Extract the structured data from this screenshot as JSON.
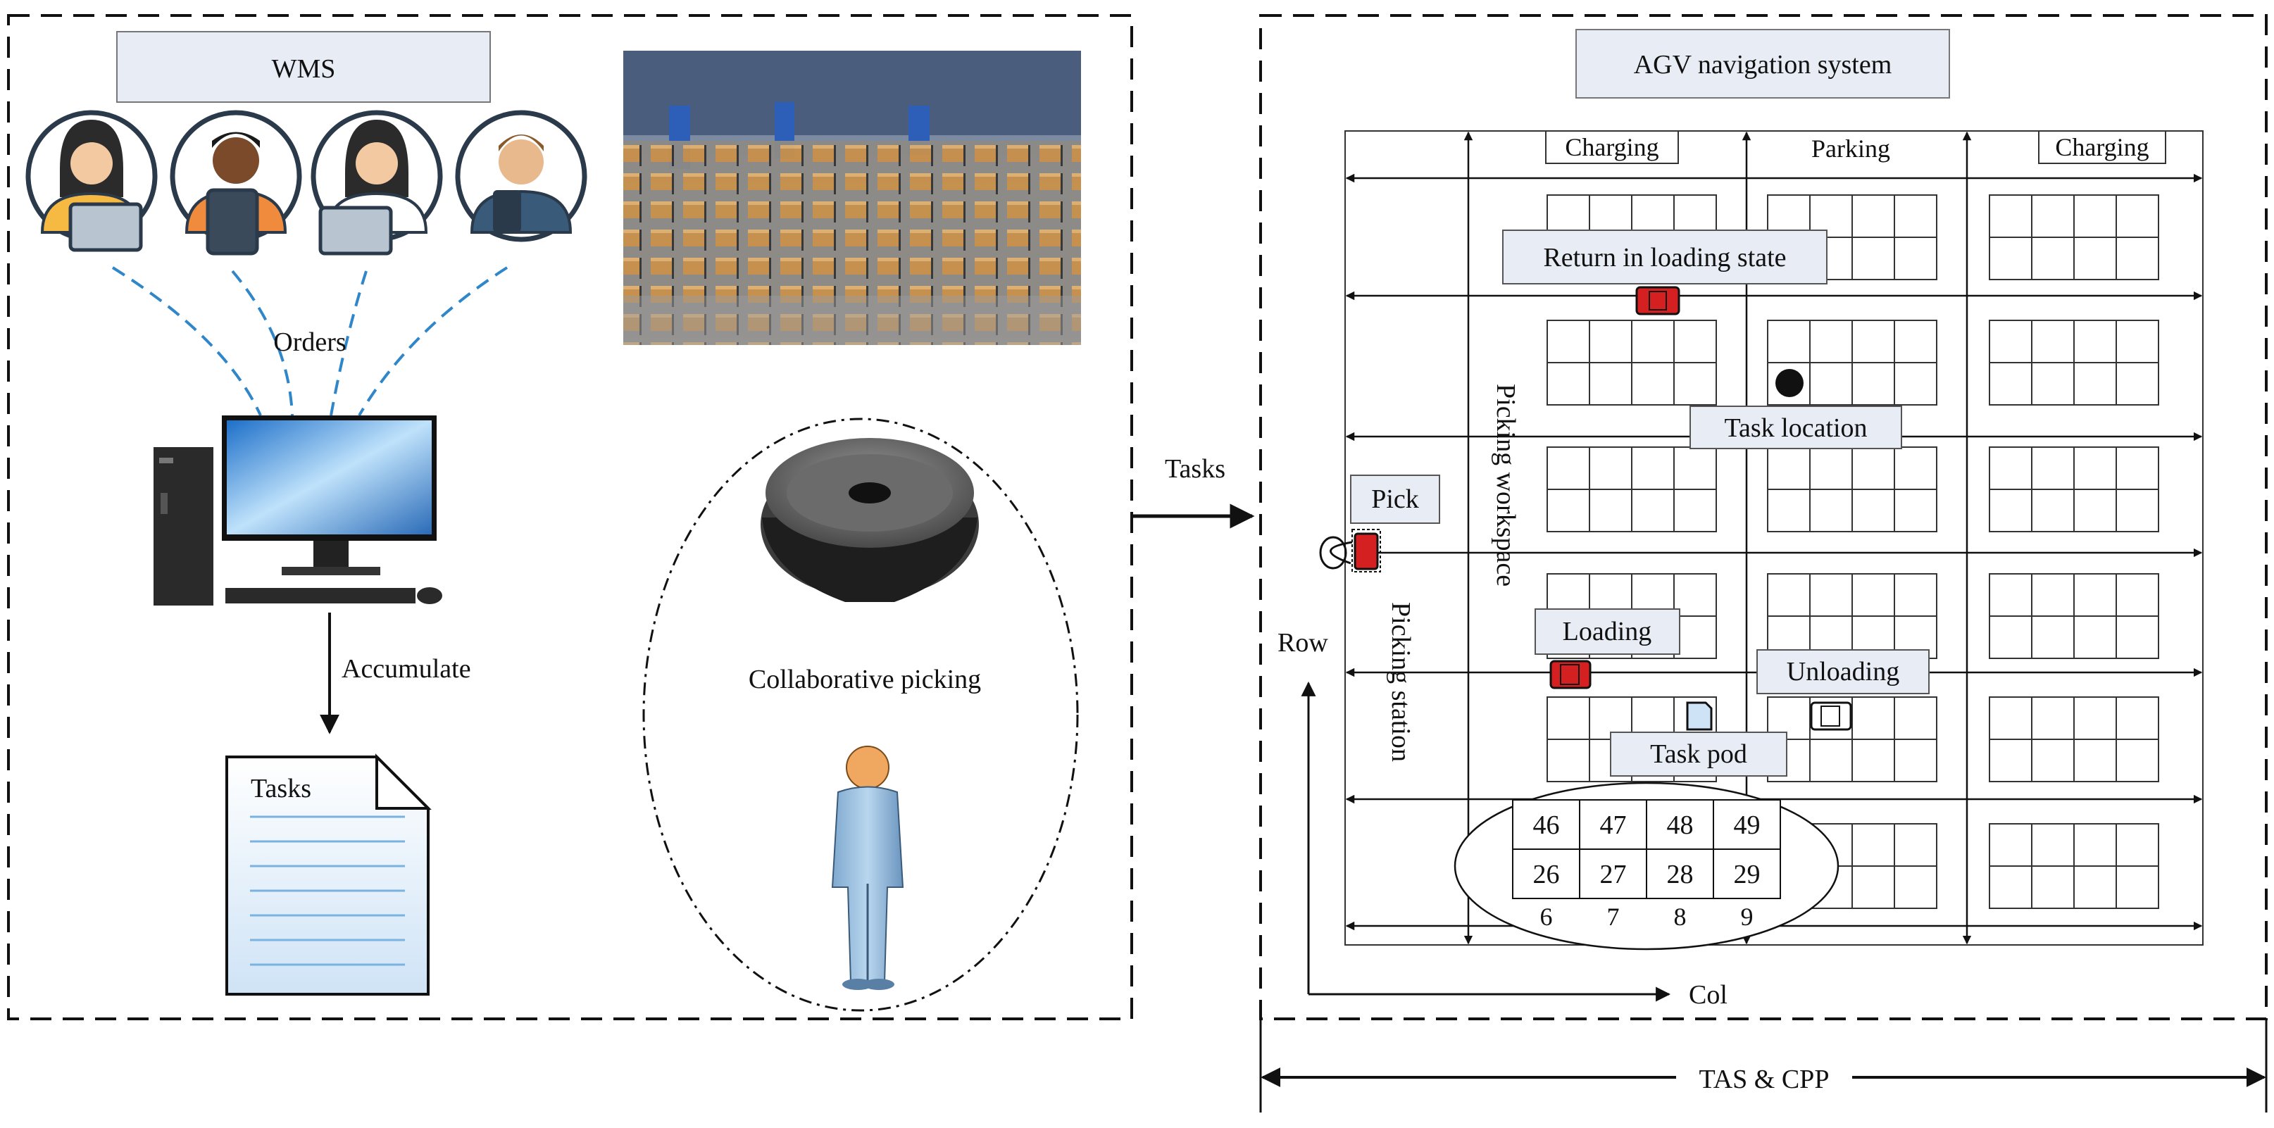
{
  "left_panel": {
    "wms_label": "WMS",
    "orders_label": "Orders",
    "accumulate_label": "Accumulate",
    "tasks_doc_label": "Tasks",
    "collaborative_label": "Collaborative picking"
  },
  "middle": {
    "tasks_arrow_label": "Tasks"
  },
  "right_panel": {
    "title": "AGV navigation system",
    "charging_left": "Charging",
    "parking": "Parking",
    "charging_right": "Charging",
    "return_label": "Return in loading state",
    "task_location_label": "Task location",
    "pick_label": "Pick",
    "loading_label": "Loading",
    "unloading_label": "Unloading",
    "task_pod_label": "Task pod",
    "picking_workspace_label": "Picking  workspace",
    "picking_station_label": "Picking  station",
    "row_label": "Row",
    "col_label": "Col",
    "grid_numbers": {
      "top_row": [
        "46",
        "47",
        "48",
        "49"
      ],
      "mid_row": [
        "26",
        "27",
        "28",
        "29"
      ],
      "bottom_row": [
        "6",
        "7",
        "8",
        "9"
      ]
    }
  },
  "bottom": {
    "span_label": "TAS & CPP"
  },
  "colors": {
    "label_box_fill": "#e8edf5",
    "agv_red": "#d42020",
    "order_line": "#2f86c8",
    "doc_fill": "#d7e8f7"
  },
  "icons": [
    "person-icon",
    "desktop-computer-icon",
    "document-icon",
    "agv-robot-icon",
    "picker-worker-icon",
    "warehouse-photo",
    "agv-vehicle-icon",
    "task-pod-icon",
    "task-location-marker-icon"
  ]
}
